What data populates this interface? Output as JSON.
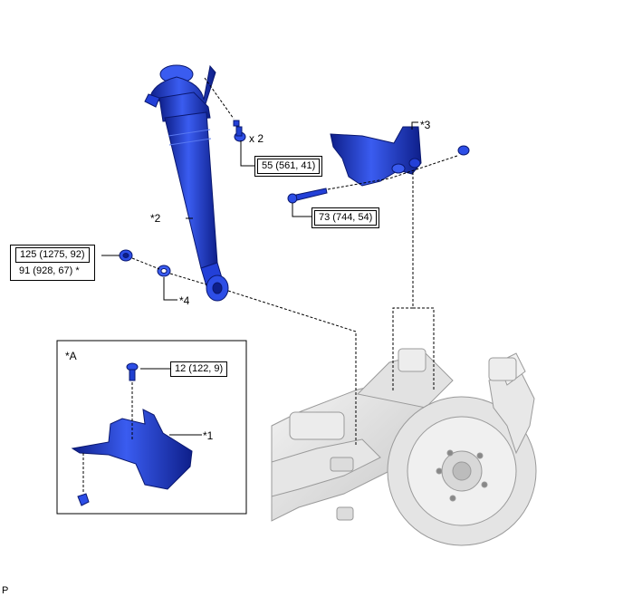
{
  "callouts": {
    "item1": "*1",
    "item2": "*2",
    "item3": "*3",
    "item4": "*4",
    "inset": "*A"
  },
  "torques": {
    "bracket_bolt": "55 (561, 41)",
    "bracket_bolt_qty": "x 2",
    "lower_bolt": "73 (744, 54)",
    "nut_line1": "125 (1275, 92)",
    "nut_line2": "91 (928, 67) *",
    "inset_bolt": "12 (122, 9)"
  },
  "footer": {
    "code": "P"
  },
  "colors": {
    "part": "#1f3fd0",
    "part_dark": "#0e1f8a",
    "part_light": "#5878f0",
    "lines": "#000000",
    "bg_parts": "#d8d8d8"
  }
}
